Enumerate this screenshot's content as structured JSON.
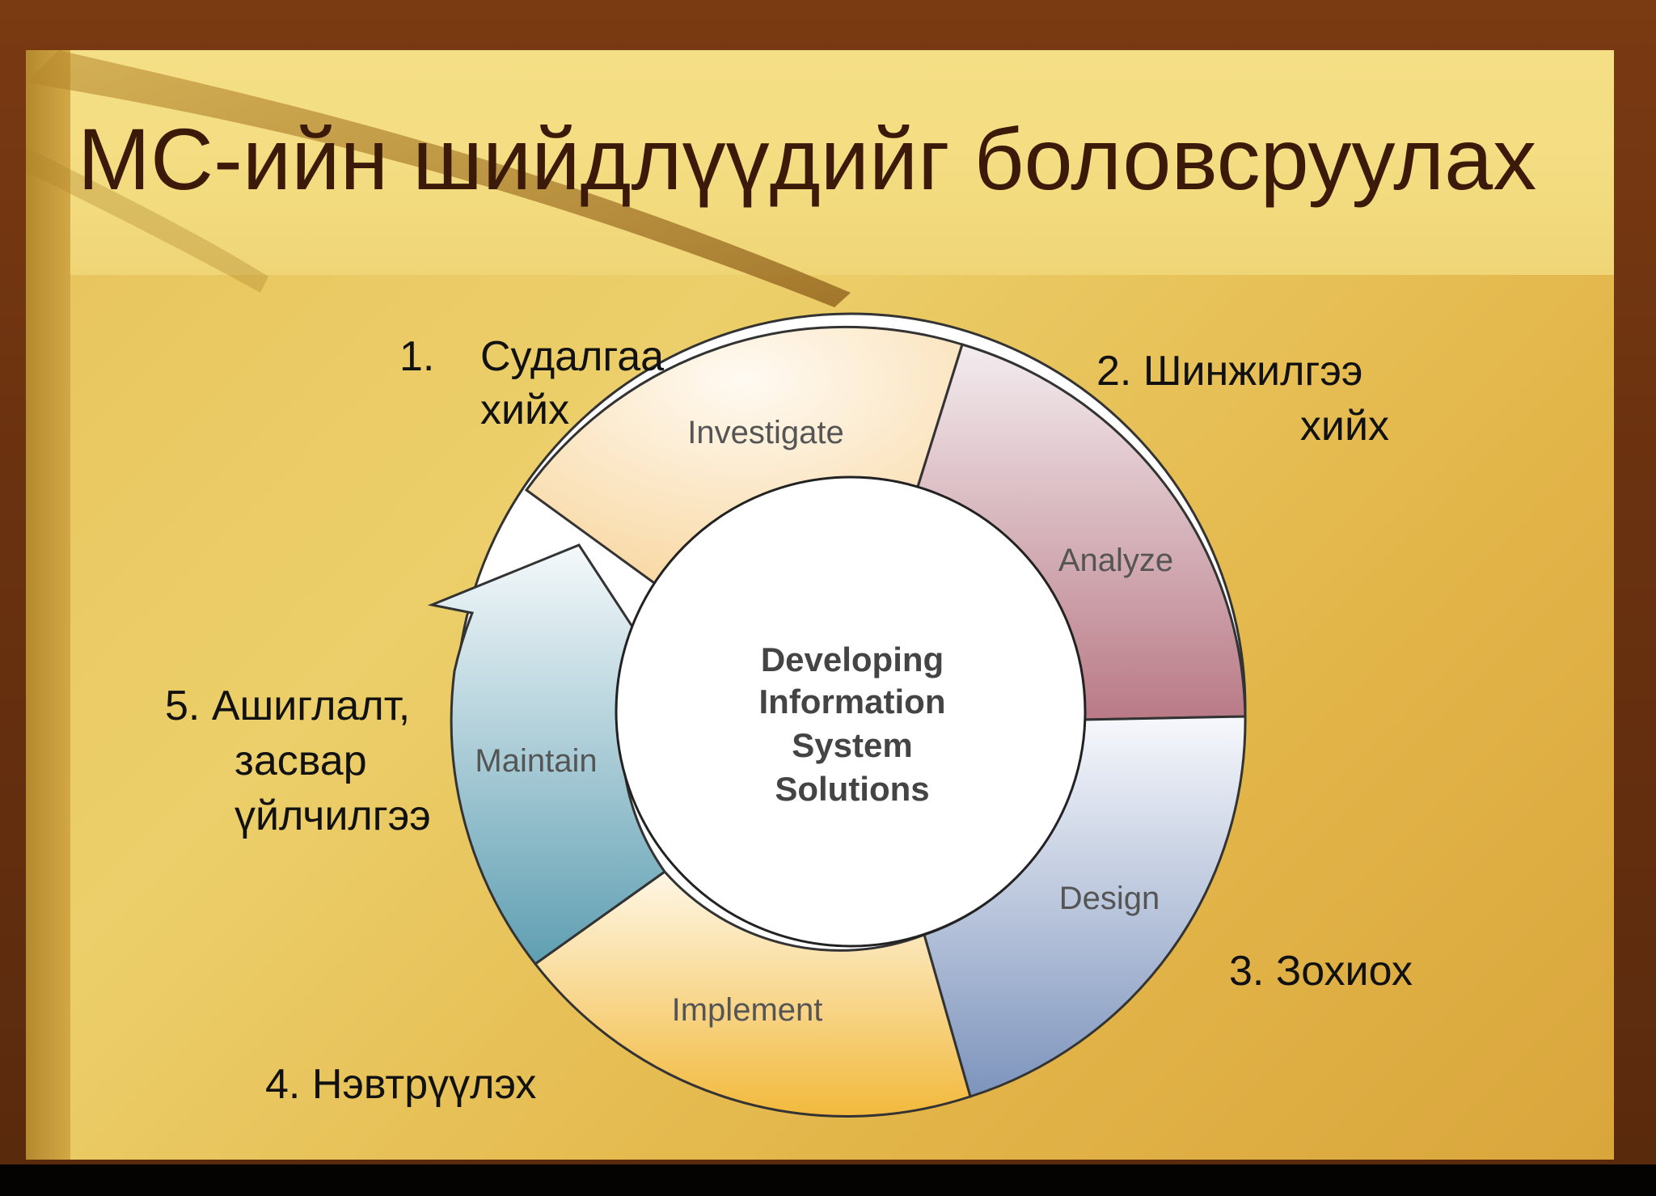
{
  "slide": {
    "title": "МС-ийн шийдлүүдийг боловсруулах"
  },
  "diagram": {
    "center_text": [
      "Developing",
      "Information",
      "System",
      "Solutions"
    ],
    "stages": [
      {
        "label": "Investigate",
        "color": "#f9dcaa"
      },
      {
        "label": "Analyze",
        "color": "#c28a93"
      },
      {
        "label": "Design",
        "color": "#8ea2c4"
      },
      {
        "label": "Implement",
        "color": "#f3c04d"
      },
      {
        "label": "Maintain",
        "color": "#7fb2c2"
      }
    ]
  },
  "labels": {
    "step1_num": "1.",
    "step1_line1": "Судалгаа",
    "step1_line2": "хийх",
    "step2_line1": "2. Шинжилгээ",
    "step2_line2": "хийх",
    "step3": "3. Зохиох",
    "step4": "4. Нэвтрүүлэх",
    "step5_line1": "5. Ашиглалт,",
    "step5_line2": "засвар",
    "step5_line3": "үйлчилгээ"
  }
}
